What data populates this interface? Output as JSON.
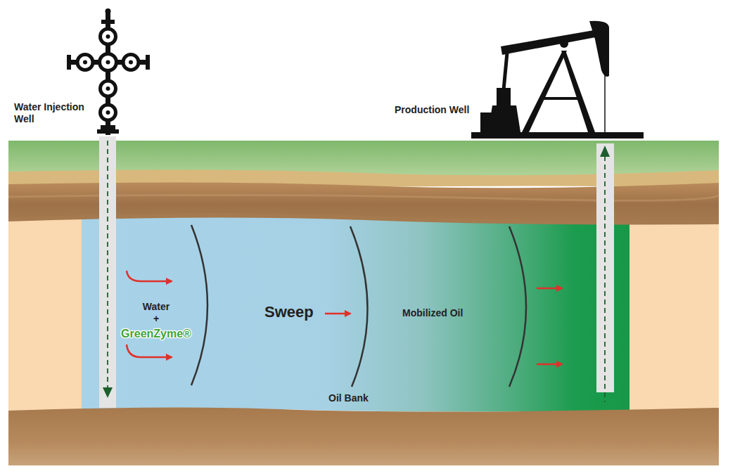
{
  "diagram": {
    "labels": [
      "Water Injection Well",
      "Production Well",
      "Water",
      "+",
      "GreenZyme®",
      "Sweep",
      "Mobilized Oil",
      "Oil Bank"
    ]
  }
}
